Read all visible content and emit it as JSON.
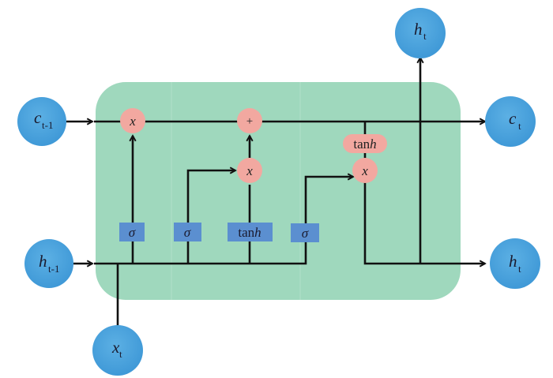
{
  "diagram": {
    "title": "LSTM cell",
    "colors": {
      "cell_fill": "#9fd8bd",
      "node_fill": "#4aa3dc",
      "op_fill": "#f2a8a0",
      "gate_fill": "#5b8fd0",
      "line": "#111111"
    },
    "inputs": {
      "c_prev": {
        "main": "c",
        "sub": "t-1"
      },
      "h_prev": {
        "main": "h",
        "sub": "t-1"
      },
      "x": {
        "main": "x",
        "sub": "t"
      }
    },
    "outputs": {
      "c_out": {
        "main": "c",
        "sub": "t"
      },
      "h_out_right": {
        "main": "h",
        "sub": "t"
      },
      "h_out_top": {
        "main": "h",
        "sub": "t"
      }
    },
    "operators": {
      "forget_mult": "x",
      "cell_add": "+",
      "input_mult": "x",
      "output_mult": "x",
      "cell_tanh": {
        "main": "tan",
        "italic": "h"
      }
    },
    "gates": {
      "forget": "σ",
      "input": "σ",
      "candidate": {
        "main": "tan",
        "italic": "h"
      },
      "output": "σ"
    }
  }
}
